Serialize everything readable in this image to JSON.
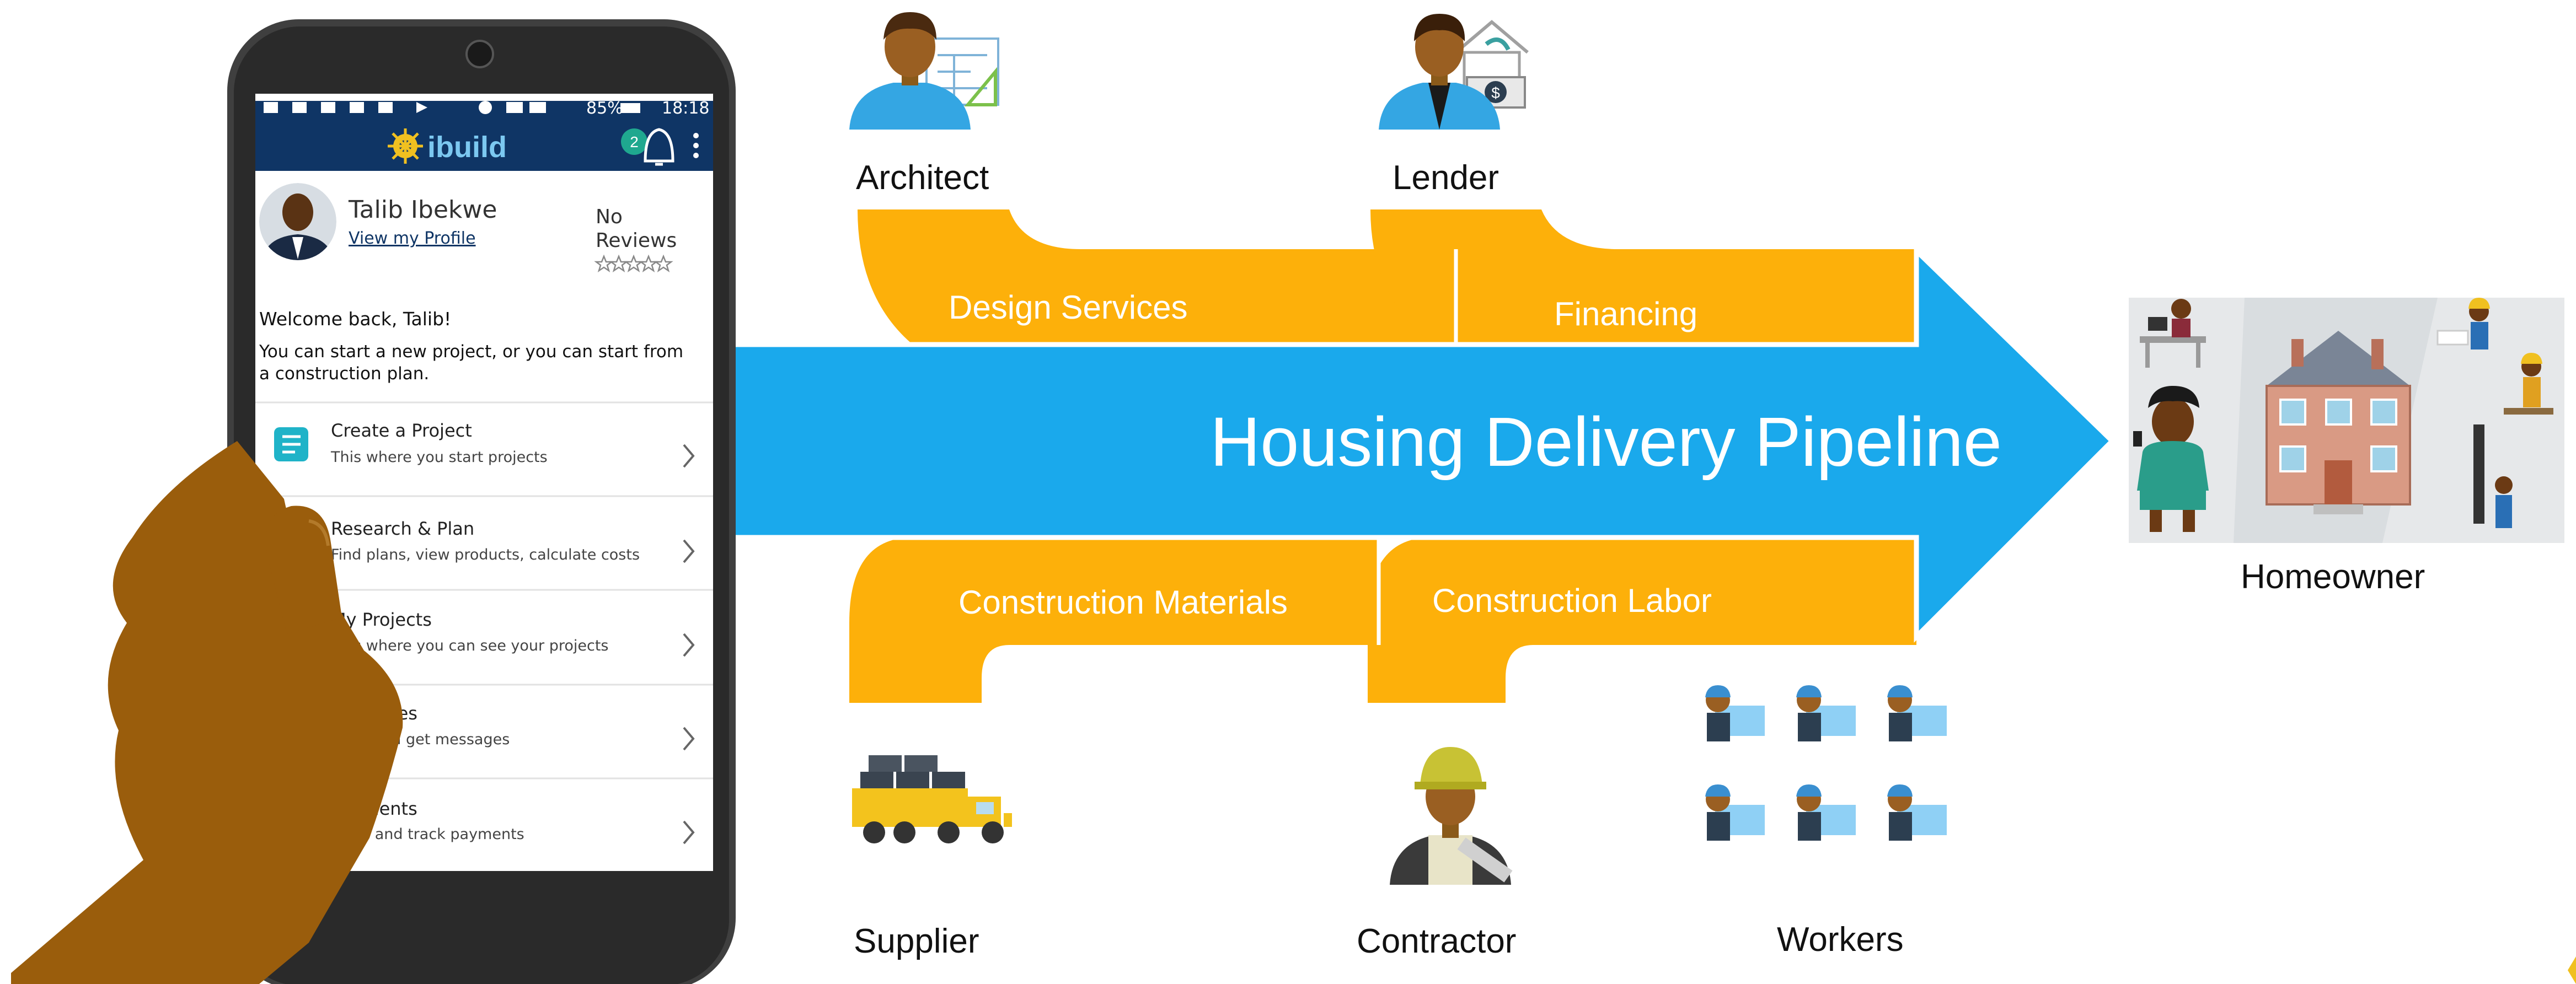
{
  "pipeline": {
    "title": "Housing Delivery Pipeline",
    "top_flows": [
      "Design Services",
      "Financing"
    ],
    "bottom_flows": [
      "Construction Materials",
      "Construction Labor"
    ]
  },
  "actors": {
    "architect": "Architect",
    "lender": "Lender",
    "supplier": "Supplier",
    "contractor": "Contractor",
    "workers": "Workers",
    "homeowner": "Homeowner"
  },
  "phone": {
    "status_battery": "85%",
    "status_time": "18:18",
    "app_logo": "ibuild",
    "notification_count": "2",
    "profile_name": "Talib Ibekwe",
    "profile_link": "View my Profile",
    "reviews_line1": "No",
    "reviews_line2": "Reviews",
    "welcome": "Welcome back, Talib!",
    "intro_line1": "You can start a new project, or you can start from",
    "intro_line2": "a construction plan.",
    "menu": [
      {
        "title": "Create a Project",
        "subtitle": "This where you start projects"
      },
      {
        "title": "Research & Plan",
        "subtitle": "Find plans, view products, calculate costs"
      },
      {
        "title": "My Projects",
        "subtitle": "This where you can see your projects"
      },
      {
        "title": "Messages",
        "subtitle": "Send and get messages"
      },
      {
        "title": "Payments",
        "subtitle": "Make and track payments"
      }
    ]
  },
  "colors": {
    "pipeline_blue": "#1aa9ec",
    "flow_orange": "#fdb00a",
    "app_header_navy": "#0f3565",
    "hand_brown": "#9a5d0c"
  }
}
